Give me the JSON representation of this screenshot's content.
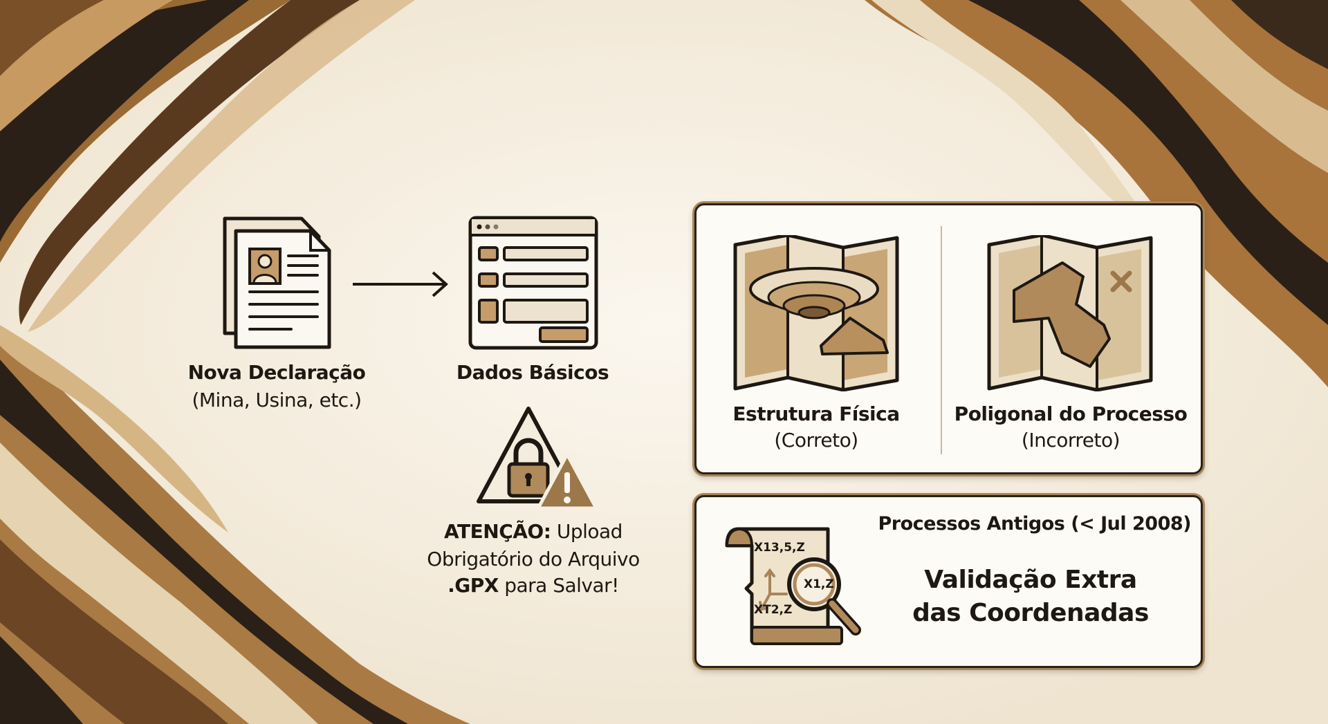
{
  "colors": {
    "accent": "#b08a5a",
    "dark": "#1e1812",
    "paper": "#f6f0e4",
    "card": "#fdfbf6"
  },
  "flow": {
    "step1": {
      "title": "Nova Declaração",
      "subtitle": "(Mina, Usina, etc.)",
      "icon": "document-profile-icon"
    },
    "step2": {
      "title": "Dados Básicos",
      "icon": "form-window-icon"
    },
    "warning": {
      "strong": "ATENÇÃO:",
      "line1": " Upload",
      "line2": "Obrigatório do Arquivo",
      "line3_strong": ".GPX",
      "line3": " para Salvar!",
      "icon": "lock-warning-icon"
    }
  },
  "comparison": {
    "left": {
      "title": "Estrutura Física",
      "subtitle": "(Correto)",
      "icon": "map-mine-icon"
    },
    "right": {
      "title": "Poligonal do Processo",
      "subtitle": "(Incorreto)",
      "icon": "map-polygon-x-icon"
    }
  },
  "legacy": {
    "heading": "Processos Antigos (< Jul 2008)",
    "title_line1": "Validação Extra",
    "title_line2": "das Coordenadas",
    "coords": [
      "X13,5,Z",
      "X1,Z",
      "XT2,Z"
    ],
    "icon": "scroll-magnifier-icon"
  }
}
